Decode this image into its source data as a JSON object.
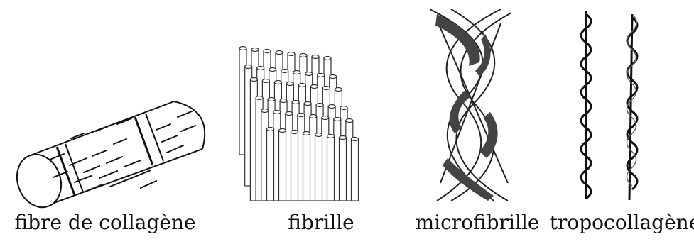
{
  "figure": {
    "panels": [
      {
        "id": "fibre",
        "label": "fibre de collagène",
        "icon": "collagen-fiber-bundle"
      },
      {
        "id": "fibrille",
        "label": "fibrille",
        "icon": "fibril-array-block"
      },
      {
        "id": "microfibrille",
        "label": "microfibrille",
        "icon": "twisted-microfibril"
      },
      {
        "id": "tropocollagene",
        "label": "tropocollagène",
        "icon": "triple-helix-strands"
      }
    ]
  }
}
